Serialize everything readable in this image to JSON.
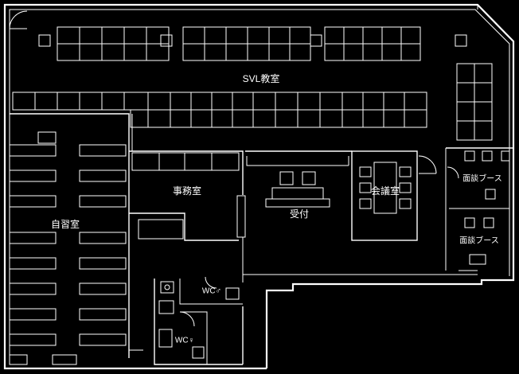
{
  "rooms": {
    "svl_classroom": "SVL教室",
    "self_study": "自習室",
    "office": "事務室",
    "reception": "受付",
    "meeting_room": "会議室",
    "booth_1": "面談ブース",
    "booth_2": "面談ブース",
    "wc_male": "WC♂",
    "wc_female": "WC♀"
  }
}
